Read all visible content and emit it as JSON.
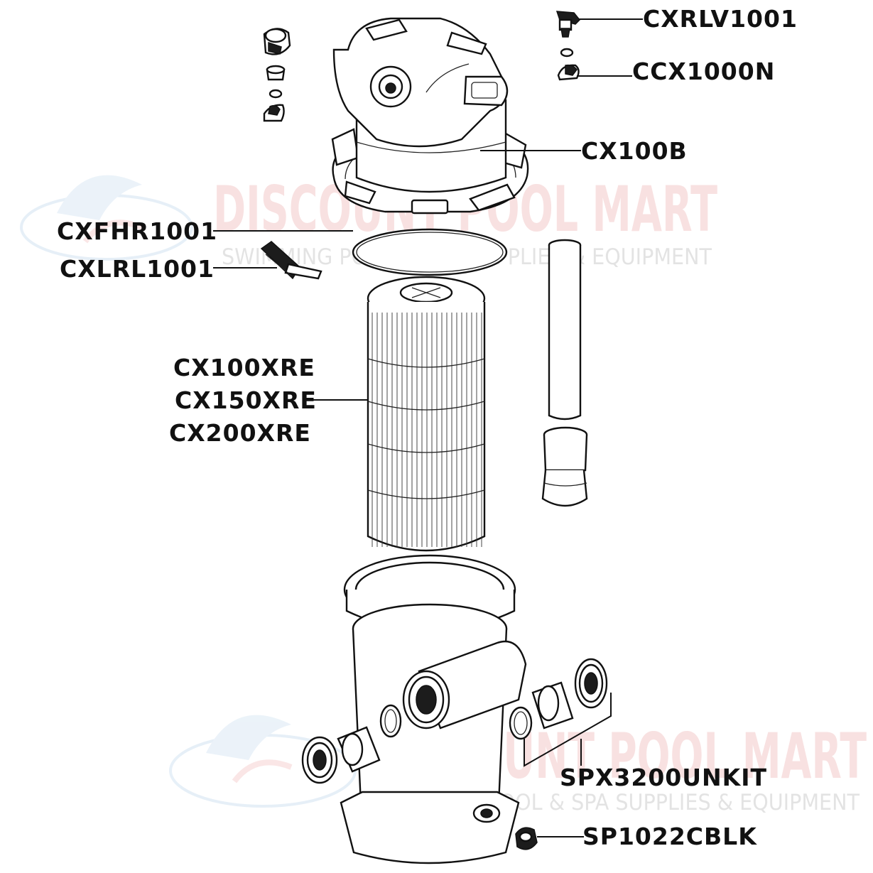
{
  "watermark": {
    "brand": "DISCOUNT POOL MART",
    "tagline": "SWIMMING POOL & SPA SUPPLIES & EQUIPMENT"
  },
  "labels": {
    "relief_valve": "CXRLV1001",
    "drain_cap": "CCX1000N",
    "filter_head": "CX100B",
    "head_oring": "CXFHR1001",
    "lock_ring_latch": "CXLRL1001",
    "cartridge": [
      "CX100XRE",
      "CX150XRE",
      "CX200XRE"
    ],
    "union_kit": "SPX3200UNKIT",
    "drain_plug": "SP1022CBLK"
  },
  "colors": {
    "line": "#111111",
    "watermark_brand": "#f3c9c9",
    "watermark_tagline": "#d8d8d8"
  }
}
